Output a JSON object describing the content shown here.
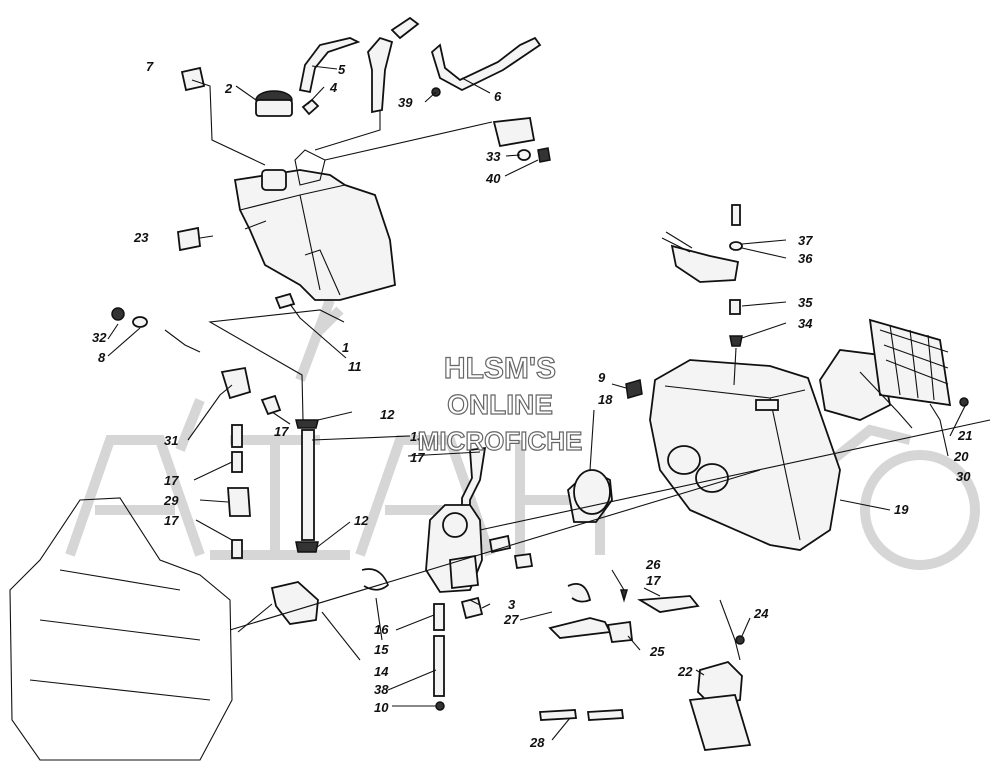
{
  "watermark": {
    "line1": "HLSM'S",
    "line2": "ONLINE",
    "line3": "MICROFICHE"
  },
  "callouts": [
    {
      "id": "c1",
      "label": "1"
    },
    {
      "id": "c2",
      "label": "2"
    },
    {
      "id": "c3",
      "label": "3"
    },
    {
      "id": "c4",
      "label": "4"
    },
    {
      "id": "c5",
      "label": "5"
    },
    {
      "id": "c6",
      "label": "6"
    },
    {
      "id": "c7",
      "label": "7"
    },
    {
      "id": "c8",
      "label": "8"
    },
    {
      "id": "c9",
      "label": "9"
    },
    {
      "id": "c10",
      "label": "10"
    },
    {
      "id": "c11",
      "label": "11"
    },
    {
      "id": "c12a",
      "label": "12"
    },
    {
      "id": "c12b",
      "label": "12"
    },
    {
      "id": "c13",
      "label": "13"
    },
    {
      "id": "c14",
      "label": "14"
    },
    {
      "id": "c15",
      "label": "15"
    },
    {
      "id": "c16",
      "label": "16"
    },
    {
      "id": "c17a",
      "label": "17"
    },
    {
      "id": "c17b",
      "label": "17"
    },
    {
      "id": "c17c",
      "label": "17"
    },
    {
      "id": "c17d",
      "label": "17"
    },
    {
      "id": "c17e",
      "label": "17"
    },
    {
      "id": "c18",
      "label": "18"
    },
    {
      "id": "c19",
      "label": "19"
    },
    {
      "id": "c20",
      "label": "20"
    },
    {
      "id": "c21",
      "label": "21"
    },
    {
      "id": "c22",
      "label": "22"
    },
    {
      "id": "c23",
      "label": "23"
    },
    {
      "id": "c24",
      "label": "24"
    },
    {
      "id": "c25",
      "label": "25"
    },
    {
      "id": "c26",
      "label": "26"
    },
    {
      "id": "c27",
      "label": "27"
    },
    {
      "id": "c28",
      "label": "28"
    },
    {
      "id": "c29",
      "label": "29"
    },
    {
      "id": "c30",
      "label": "30"
    },
    {
      "id": "c31",
      "label": "31"
    },
    {
      "id": "c32",
      "label": "32"
    },
    {
      "id": "c33",
      "label": "33"
    },
    {
      "id": "c34",
      "label": "34"
    },
    {
      "id": "c35",
      "label": "35"
    },
    {
      "id": "c36",
      "label": "36"
    },
    {
      "id": "c37",
      "label": "37"
    },
    {
      "id": "c38",
      "label": "38"
    },
    {
      "id": "c39",
      "label": "39"
    },
    {
      "id": "c40",
      "label": "40"
    }
  ]
}
